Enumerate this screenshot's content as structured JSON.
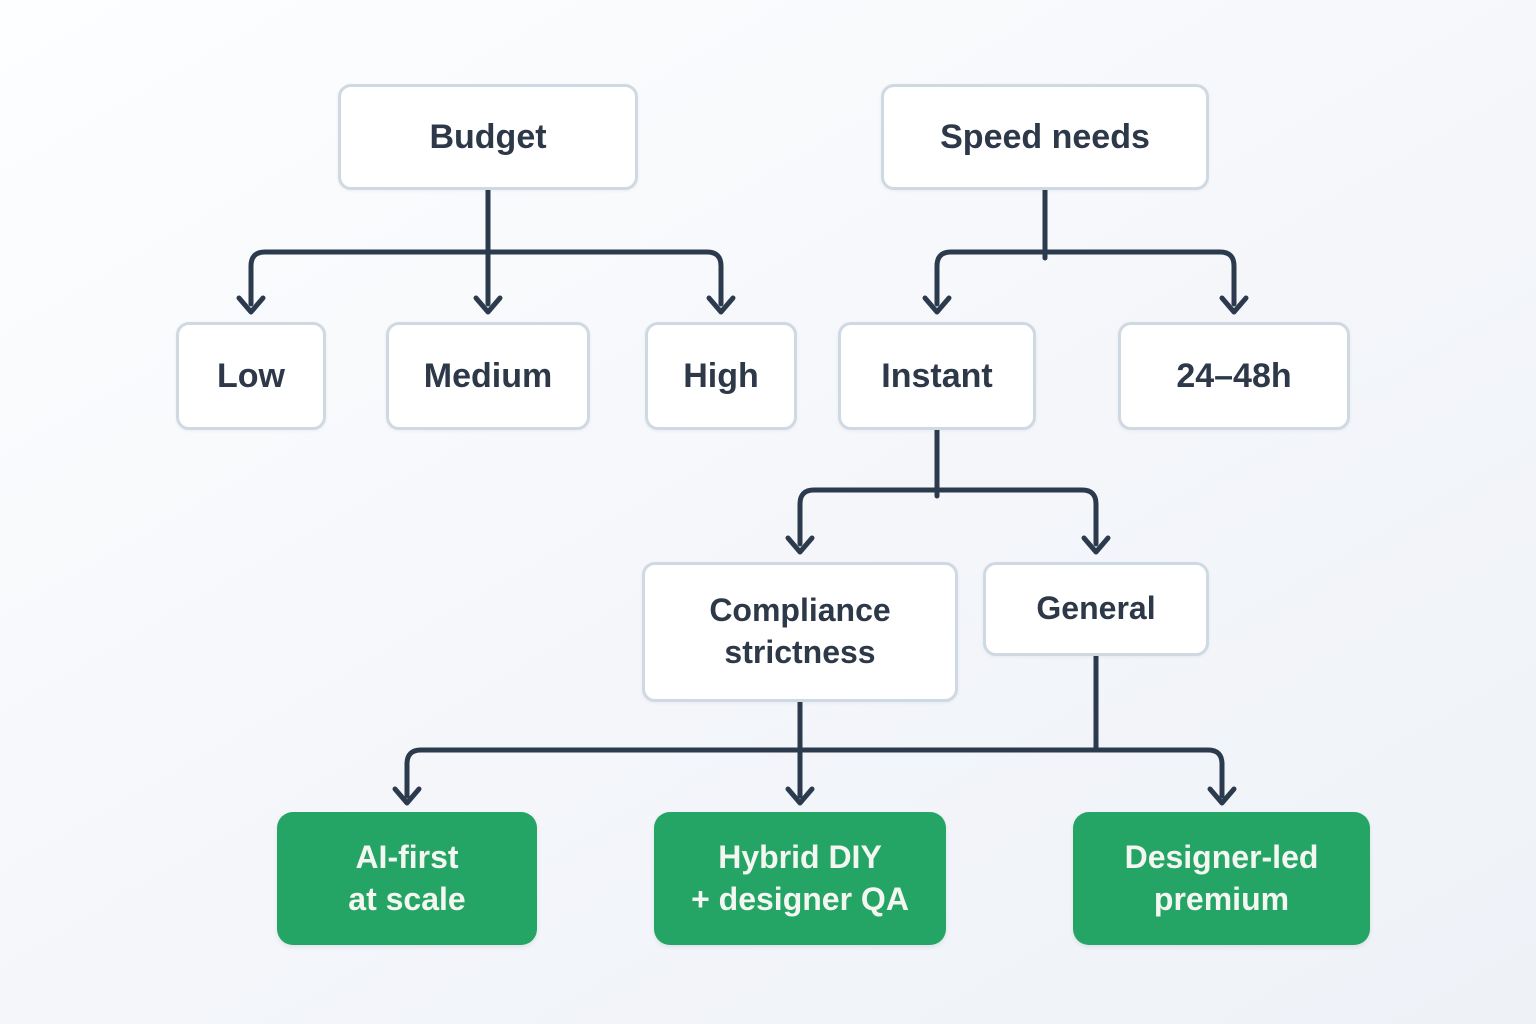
{
  "diagram": {
    "nodes": {
      "budget": {
        "label": "Budget"
      },
      "speed_needs": {
        "label": "Speed needs"
      },
      "low": {
        "label": "Low"
      },
      "medium": {
        "label": "Medium"
      },
      "high": {
        "label": "High"
      },
      "instant": {
        "label": "Instant"
      },
      "turnaround_24_48h": {
        "label": "24–48h"
      },
      "compliance_strictness": {
        "label": "Compliance\nstrictness"
      },
      "general": {
        "label": "General"
      },
      "ai_first_at_scale": {
        "label": "AI-first\nat scale"
      },
      "hybrid_diy_designer_qa": {
        "label": "Hybrid DIY\n+ designer QA"
      },
      "designer_led_premium": {
        "label": "Designer-led\npremium"
      }
    },
    "edges": [
      {
        "from": "budget",
        "to": [
          "low",
          "medium",
          "high"
        ]
      },
      {
        "from": "speed_needs",
        "to": [
          "instant",
          "turnaround_24_48h"
        ]
      },
      {
        "from": "instant",
        "to": [
          "compliance_strictness",
          "general"
        ]
      },
      {
        "from": "compliance_strictness",
        "to": [
          "ai_first_at_scale",
          "hybrid_diy_designer_qa",
          "designer_led_premium"
        ]
      },
      {
        "from": "general",
        "to": [
          "ai_first_at_scale",
          "hybrid_diy_designer_qa",
          "designer_led_premium"
        ]
      }
    ],
    "colors": {
      "line": "#2c3a4d",
      "box_border": "#cfd9e2",
      "box_fill": "#ffffff",
      "box_text": "#2d3848",
      "accent_green": "#25a565",
      "green_text": "#f4f6f1",
      "background": "#f4f6fa",
      "background_light": "#fdfeff"
    }
  }
}
